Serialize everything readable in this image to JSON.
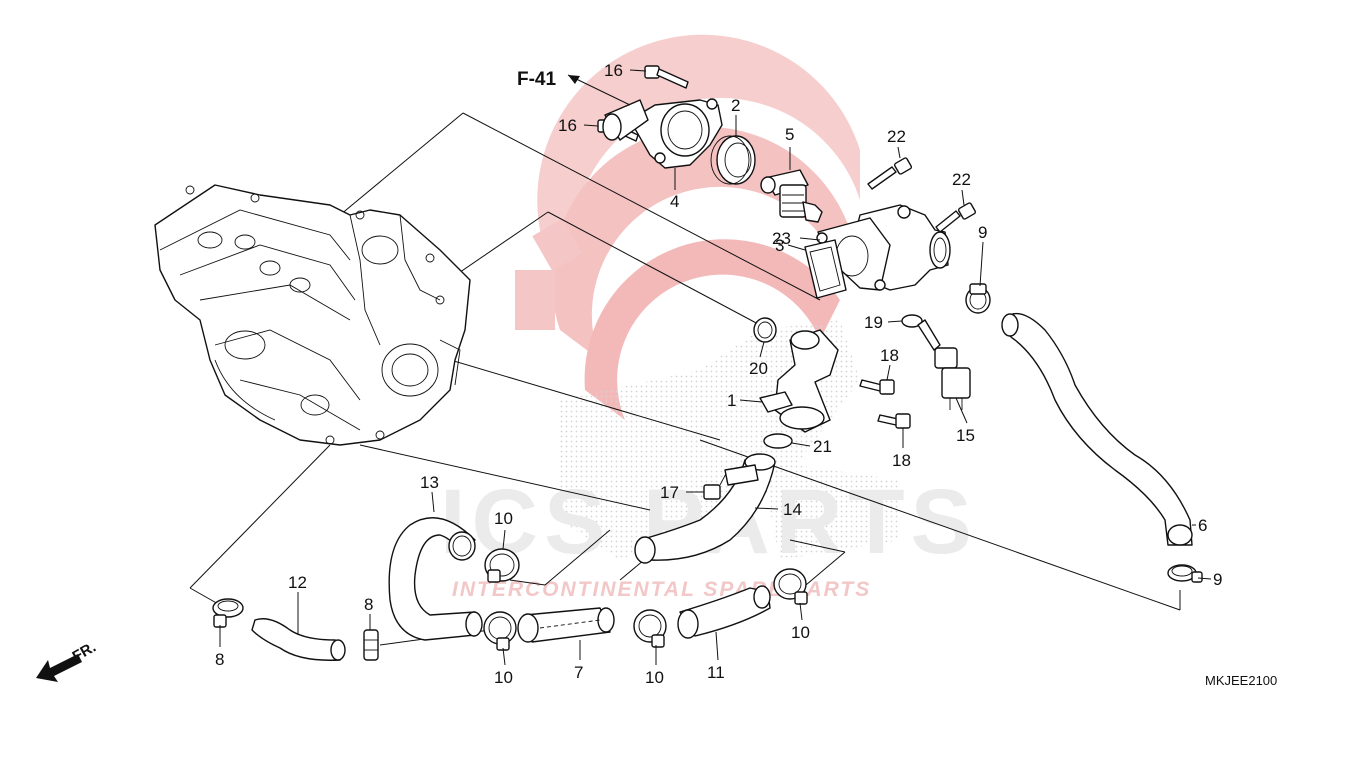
{
  "diagram_code": "MKJEE2100",
  "reference": {
    "label": "F-41"
  },
  "direction": {
    "label": "FR."
  },
  "watermark": {
    "brand": "ICS PARTS",
    "subtitle": "INTERCONTINENTAL SPARE PARTS",
    "color": "#e03a3a"
  },
  "callouts": [
    {
      "id": "c16a",
      "text": "16"
    },
    {
      "id": "c16b",
      "text": "16"
    },
    {
      "id": "c2",
      "text": "2"
    },
    {
      "id": "c4",
      "text": "4"
    },
    {
      "id": "c5",
      "text": "5"
    },
    {
      "id": "c22a",
      "text": "22"
    },
    {
      "id": "c22b",
      "text": "22"
    },
    {
      "id": "c23",
      "text": "23"
    },
    {
      "id": "c3",
      "text": "3"
    },
    {
      "id": "c9a",
      "text": "9"
    },
    {
      "id": "c19",
      "text": "19"
    },
    {
      "id": "c20",
      "text": "20"
    },
    {
      "id": "c18a",
      "text": "18"
    },
    {
      "id": "c1",
      "text": "1"
    },
    {
      "id": "c18b",
      "text": "18"
    },
    {
      "id": "c15",
      "text": "15"
    },
    {
      "id": "c21",
      "text": "21"
    },
    {
      "id": "c17",
      "text": "17"
    },
    {
      "id": "c14",
      "text": "14"
    },
    {
      "id": "c13",
      "text": "13"
    },
    {
      "id": "c10a",
      "text": "10"
    },
    {
      "id": "c6",
      "text": "6"
    },
    {
      "id": "c9b",
      "text": "9"
    },
    {
      "id": "c12",
      "text": "12"
    },
    {
      "id": "c8a",
      "text": "8"
    },
    {
      "id": "c8b",
      "text": "8"
    },
    {
      "id": "c10b",
      "text": "10"
    },
    {
      "id": "c7",
      "text": "7"
    },
    {
      "id": "c10c",
      "text": "10"
    },
    {
      "id": "c11",
      "text": "11"
    },
    {
      "id": "c10d",
      "text": "10"
    }
  ]
}
